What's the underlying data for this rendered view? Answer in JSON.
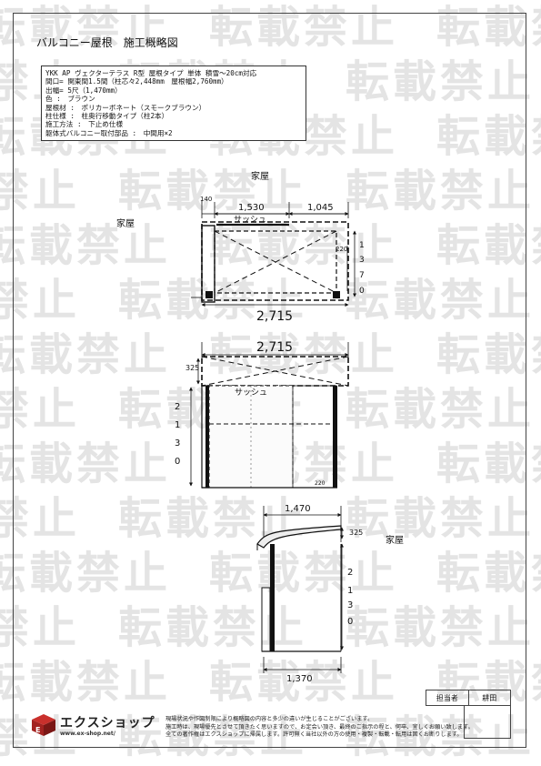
{
  "header": {
    "title": "バルコニー屋根　施工概略図"
  },
  "spec": {
    "lines": [
      "YKK AP ヴェクターテラス R型 屋根タイプ 単体 積雪～20cm対応",
      "間口= 関東間1.5間（柱芯々2,448mm　屋根幅2,760mm）",
      "出幅= 5尺（1,470mm）",
      "色 :　ブラウン",
      "屋根材 :　ポリカーボネート（スモークブラウン）",
      "柱仕様 :　柱奥行移動タイプ（柱2本）",
      "施工方法 :　下止め仕様",
      "躯体式バルコニー取付部品 :　中間用×2"
    ]
  },
  "plan": {
    "house_top": "家屋",
    "house_left": "家屋",
    "dim_140": "140",
    "dim_1530": "1,530",
    "dim_1045": "1,045",
    "sash": "サッシュ",
    "dim_220": "220",
    "dim_1370": [
      "1",
      "3",
      "7",
      "0"
    ],
    "dim_2715": "2,715"
  },
  "front": {
    "dim_2715": "2,715",
    "dim_325": "325",
    "sash": "サッシュ",
    "dim_2130": [
      "2",
      "1",
      "3",
      "0"
    ],
    "dim_220": "220"
  },
  "side": {
    "dim_1470": "1,470",
    "dim_325": "325",
    "house": "家屋",
    "dim_2130": [
      "2",
      "1",
      "3",
      "0"
    ],
    "dim_1370": "1,370"
  },
  "stamp": {
    "label": "担当者",
    "name": "耕田"
  },
  "logo": {
    "name": "エクスショップ",
    "url": "www.ex-shop.net/"
  },
  "footnote": {
    "lines": [
      "現場状況や作図制限により概略図の内容と多少の違いが生じることがございます。",
      "施工時は、現場優先とさせて頂きたく思いますので、お定会い頂き、最終のご指示の程と、何卒、宜しくお願い致します。",
      "全ての著作権はエクスショップに帰属します。許可無く当社以外の方の使用・複製・転載・転用は固くお断りします。"
    ]
  },
  "watermark": {
    "text": "転載禁止"
  }
}
